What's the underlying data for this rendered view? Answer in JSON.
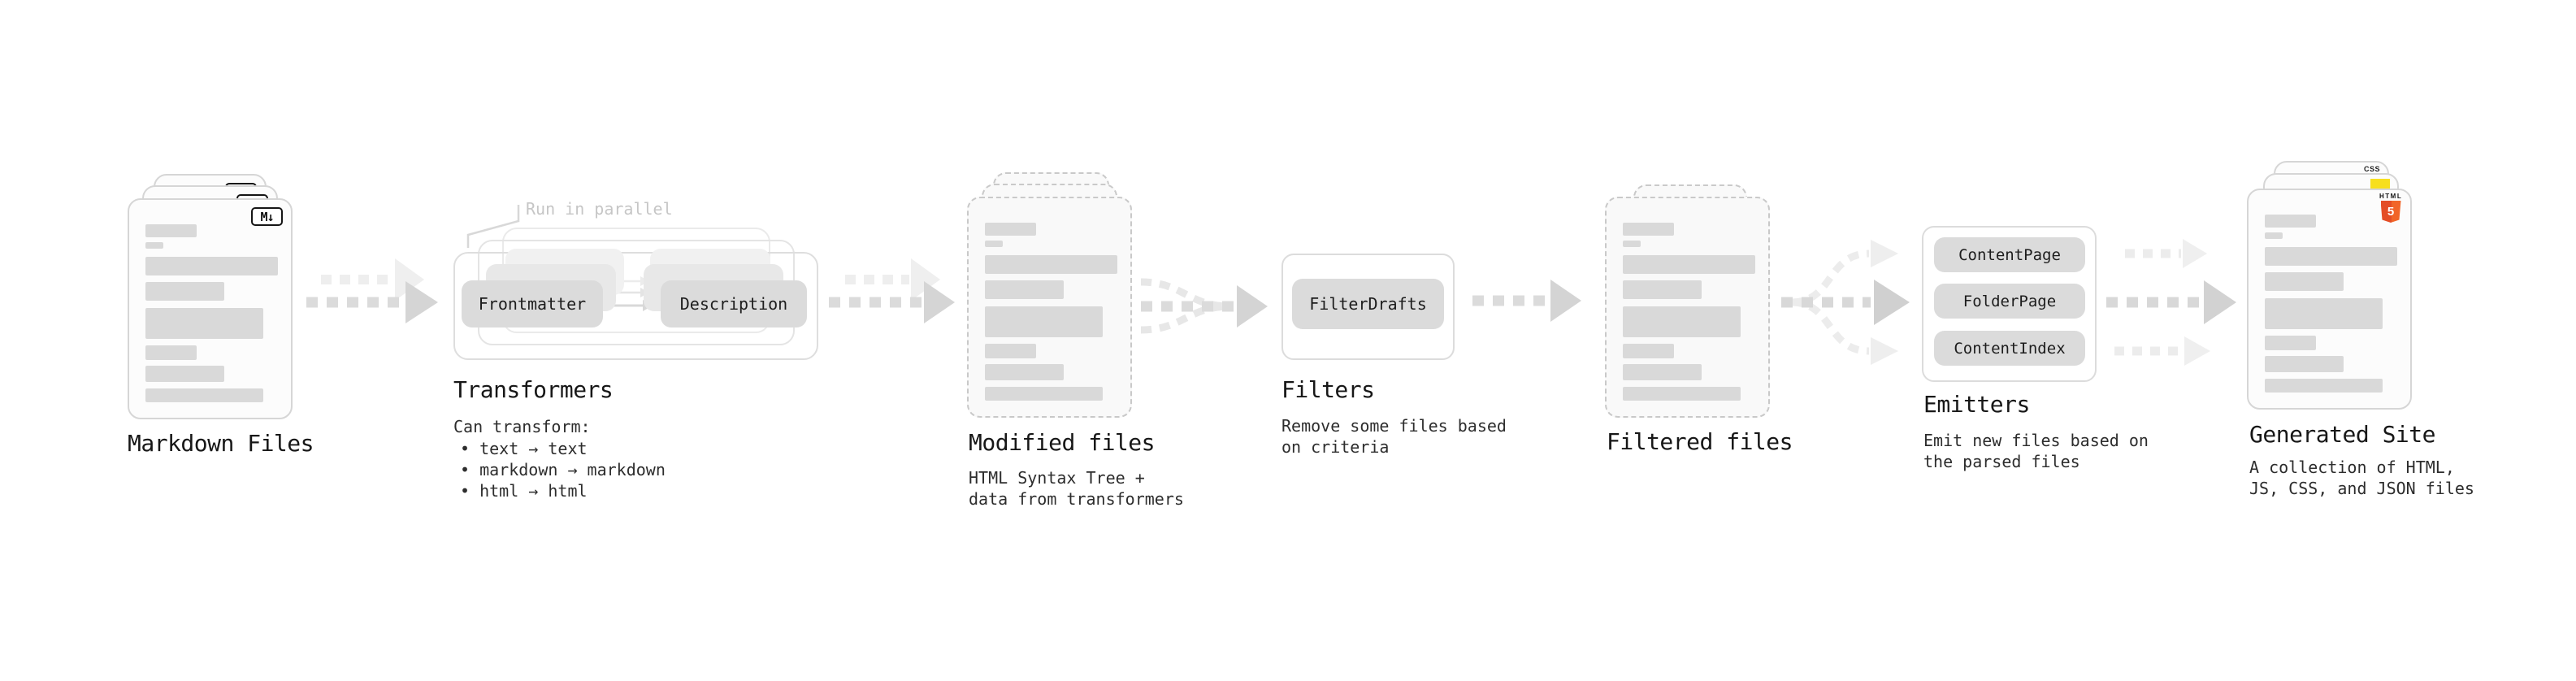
{
  "markdown": {
    "label": "Markdown Files",
    "badge": "M↓"
  },
  "transformers": {
    "note": "Run in parallel",
    "frontmatter": "Frontmatter",
    "description": "Description",
    "heading": "Transformers",
    "desc_title": "Can transform:",
    "bullets": [
      "• text → text",
      "• markdown → markdown",
      "• html → html"
    ]
  },
  "modified": {
    "heading": "Modified files",
    "sub1": "HTML Syntax Tree +",
    "sub2": "data from transformers"
  },
  "filters": {
    "heading": "Filters",
    "button": "FilterDrafts",
    "sub1": "Remove some files based",
    "sub2": "on criteria"
  },
  "filtered": {
    "heading": "Filtered files"
  },
  "emitters": {
    "heading": "Emitters",
    "buttons": [
      "ContentPage",
      "FolderPage",
      "ContentIndex"
    ],
    "sub1": "Emit new files based on",
    "sub2": "the parsed files"
  },
  "generated": {
    "heading": "Generated Site",
    "sub1": "A collection of HTML,",
    "sub2": "JS, CSS, and JSON files",
    "badge_css": "CSS",
    "badge_html_label": "HTML",
    "badge_html_number": "5"
  },
  "colors": {
    "html5_orange": "#e44d26",
    "html5_orange_light": "#f16529",
    "js_yellow": "#f7df1e",
    "css_blue": "#2b63bf"
  }
}
